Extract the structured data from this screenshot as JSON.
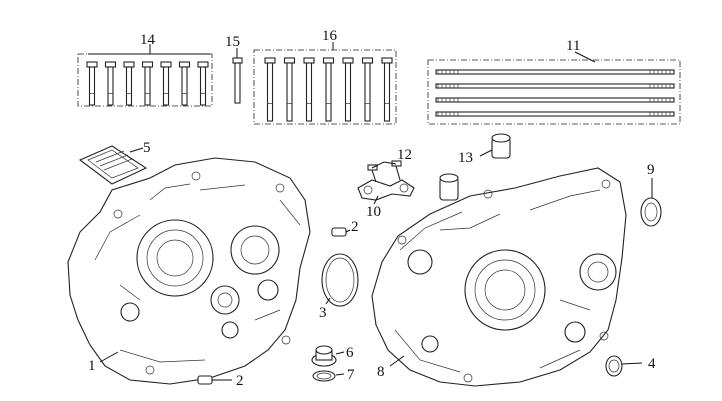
{
  "diagram": {
    "callouts": [
      {
        "id": "c1",
        "text": "1"
      },
      {
        "id": "c2a",
        "text": "2"
      },
      {
        "id": "c2b",
        "text": "2"
      },
      {
        "id": "c3",
        "text": "3"
      },
      {
        "id": "c4",
        "text": "4"
      },
      {
        "id": "c5",
        "text": "5"
      },
      {
        "id": "c6",
        "text": "6"
      },
      {
        "id": "c7",
        "text": "7"
      },
      {
        "id": "c8",
        "text": "8"
      },
      {
        "id": "c9",
        "text": "9"
      },
      {
        "id": "c10",
        "text": "10"
      },
      {
        "id": "c11",
        "text": "11"
      },
      {
        "id": "c12",
        "text": "12"
      },
      {
        "id": "c13",
        "text": "13"
      },
      {
        "id": "c14",
        "text": "14"
      },
      {
        "id": "c15",
        "text": "15"
      },
      {
        "id": "c16",
        "text": "16"
      }
    ]
  }
}
